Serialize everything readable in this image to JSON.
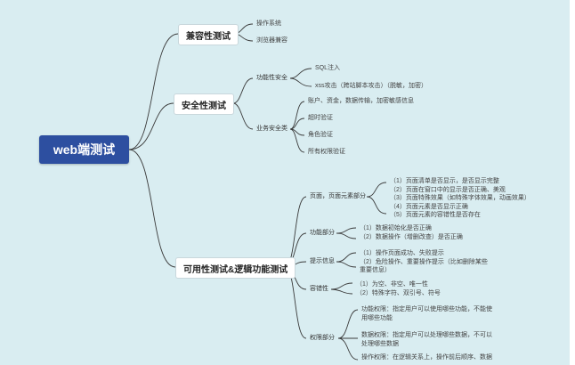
{
  "root": "web端测试",
  "branches": {
    "compat": {
      "title": "兼容性测试",
      "items": [
        "操作系统",
        "浏览器兼容"
      ]
    },
    "security": {
      "title": "安全性测试",
      "func_security": {
        "label": "功能性安全",
        "items": [
          "SQL注入",
          "xss攻击（跨站脚本攻击）（脱敏，加密）"
        ]
      },
      "biz_security": {
        "label": "业务安全类",
        "items": [
          "账户、资金，数据传输，加密敏感信息",
          "超时验证",
          "角色验证",
          "所有权限验证"
        ]
      }
    },
    "usability": {
      "title": "可用性测试&逻辑功能测试",
      "page_elements": {
        "label": "页面，页面元素部分",
        "items": [
          "（1）页面清单是否显示，是否显示完整",
          "（2）页面在窗口中的显示是否正确、美观",
          "（3）页面特殊效果（如特殊字体效果，动画效果）",
          "（4）页面元素是否显示正确",
          "（5）页面元素的容错性是否存在"
        ]
      },
      "function_part": {
        "label": "功能部分",
        "items": [
          "（1）数据初始化是否正确",
          "（2）数据操作（增删改查）是否正确"
        ]
      },
      "prompt_info": {
        "label": "提示信息",
        "items": [
          "（1）操作页面成功、失败提示",
          "（2）危险操作、重要操作提示（比如删除某些重要信息）"
        ]
      },
      "fault_tolerance": {
        "label": "容错性",
        "items": [
          "（1）为空、非空、唯一性",
          "（2）特殊字符、双引号、符号"
        ]
      },
      "permission": {
        "label": "权限部分",
        "items": [
          "功能权限：指定用户可以使用哪些功能，不能使用哪些功能",
          "数据权限：指定用户可以处理哪些数据，不可以处理哪些数据",
          "操作权限：在逻辑关系上，操作前后顺序、数据"
        ]
      }
    }
  },
  "colors": {
    "background": "#d9edf1",
    "root_fill": "#2d4fa0",
    "line": "#3a3a3a"
  }
}
